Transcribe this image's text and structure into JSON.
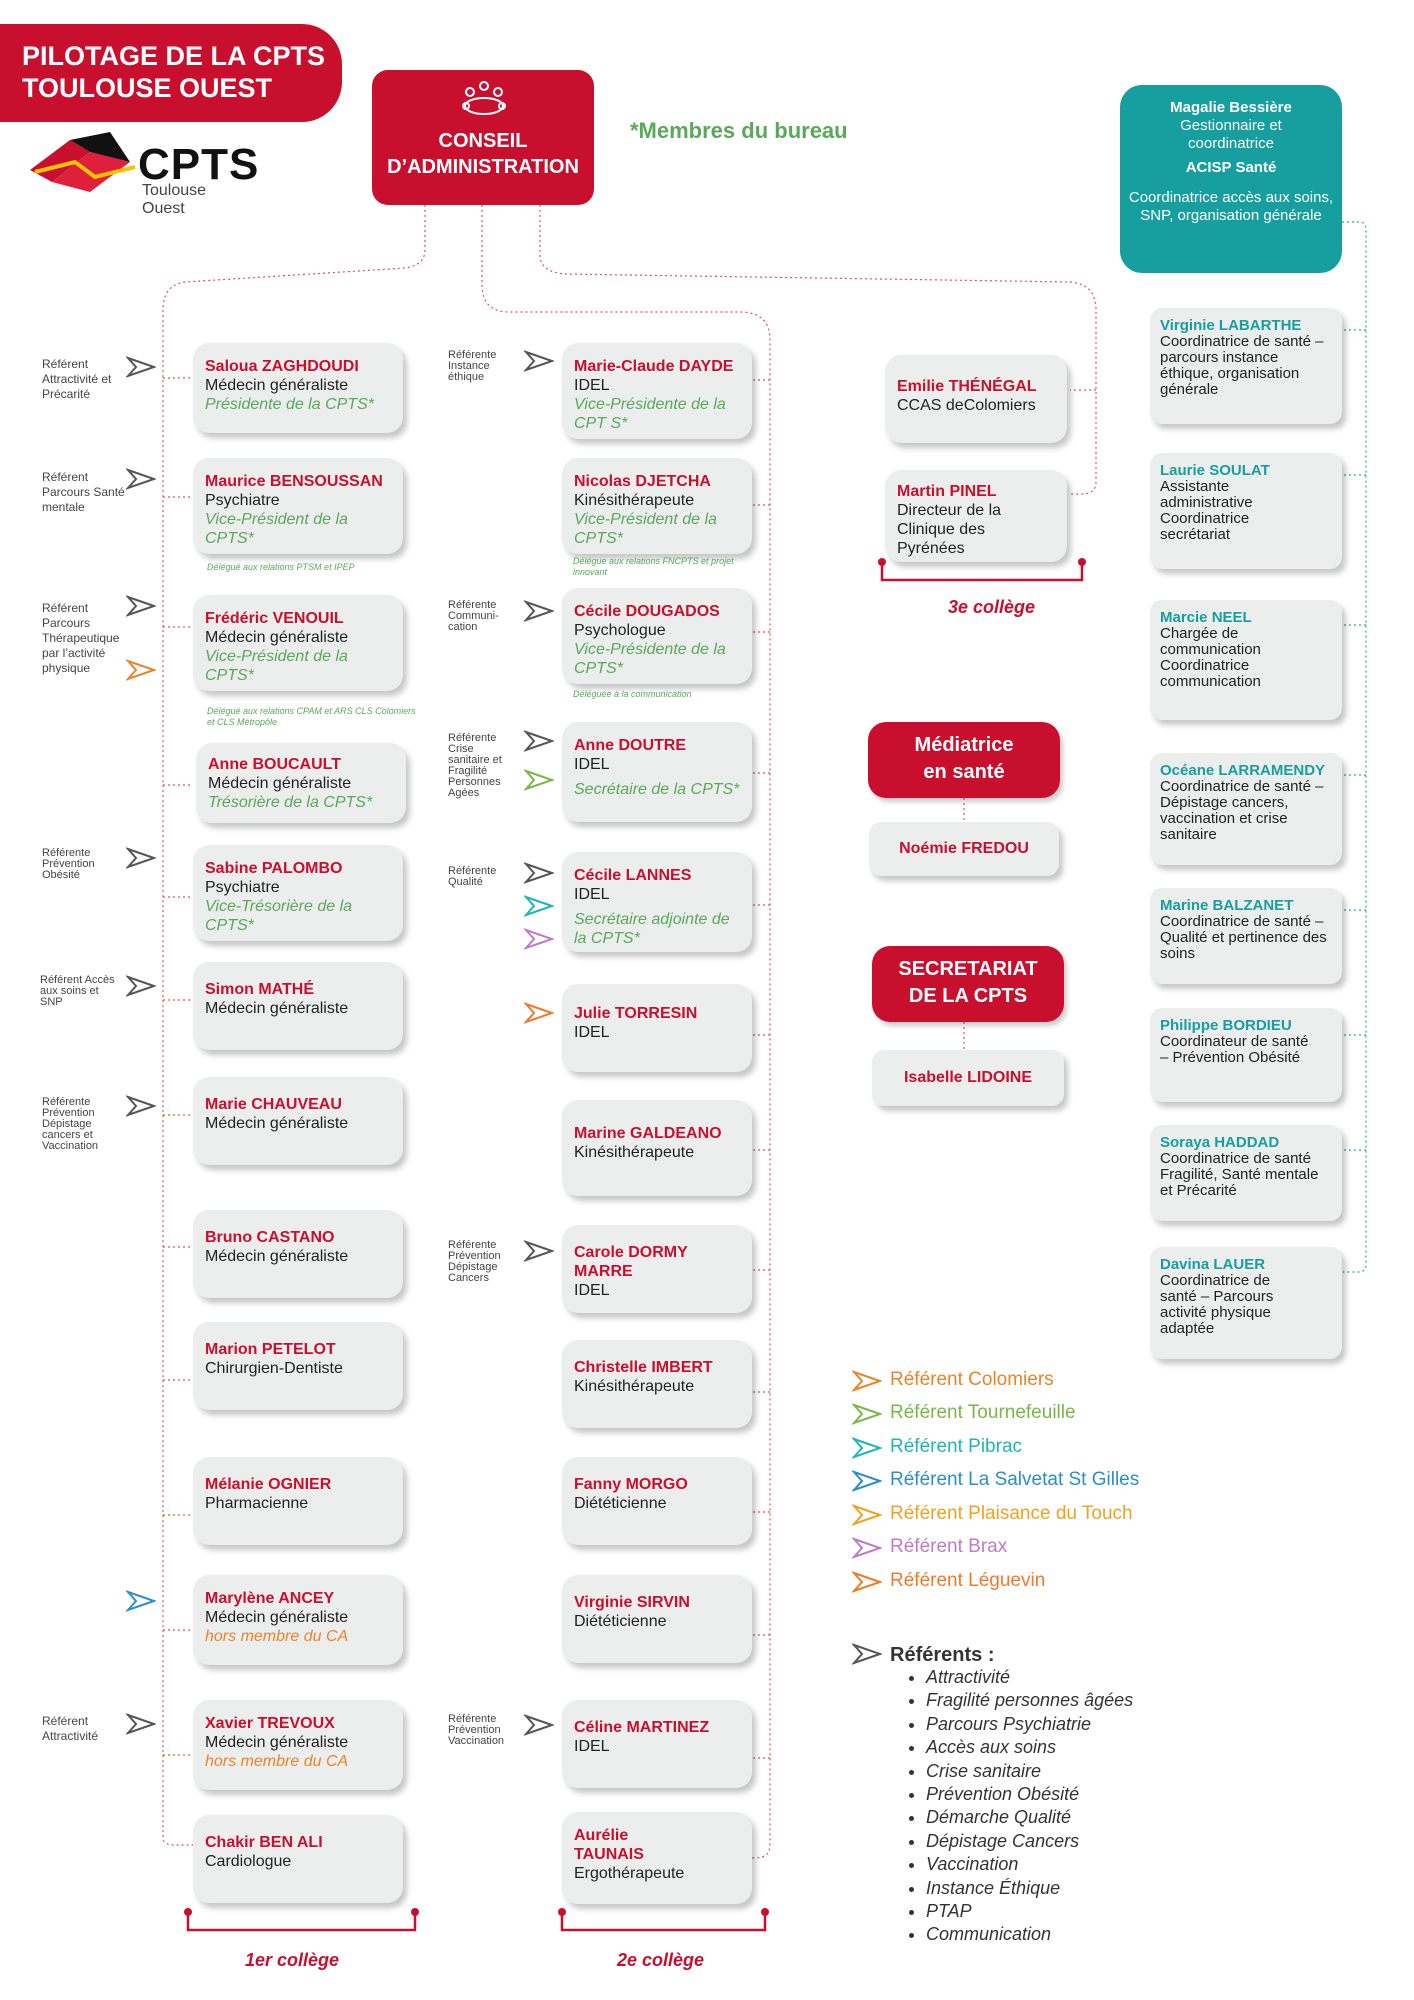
{
  "header": {
    "line1": "PILOTAGE DE LA CPTS",
    "line2": "TOULOUSE OUEST"
  },
  "logo": {
    "text": "CPTS",
    "sub": "Toulouse Ouest"
  },
  "ca": {
    "line1": "CONSEIL",
    "line2": "D’ADMINISTRATION"
  },
  "bureau_note": "*Membres du bureau",
  "colors": {
    "red": "#c8102e",
    "teal": "#179e9e",
    "green": "#5aa85a",
    "orange": "#e8842a"
  },
  "icons": {
    "chevron": "chevron-right-outline-icon",
    "meeting": "meeting-table-icon"
  },
  "college1": [
    {
      "name": "Saloua ZAGHDOUDI",
      "role": "Médecin généraliste",
      "title": "Présidente de la CPTS*",
      "ref": "Référent Attractivité et Précarité"
    },
    {
      "name": "Maurice BENSOUSSAN",
      "role": "Psychiatre",
      "title": "Vice-Président de la CPTS*",
      "ref": "Référent Parcours Santé mentale",
      "deleg": "Délégué aux relations PTSM et IPEP"
    },
    {
      "name": "Frédéric VENOUIL",
      "role": "Médecin généraliste",
      "title": "Vice-Président de la CPTS*",
      "ref": "Référent Parcours Thérapeutique par l’activité physique",
      "deleg": "Délégué aux relations CPAM et ARS CLS Colomiers et CLS Métropôle"
    },
    {
      "name": "Anne BOUCAULT",
      "role": "Médecin généraliste",
      "title": "Trésorière de la CPTS*"
    },
    {
      "name": "Sabine PALOMBO",
      "role": "Psychiatre",
      "title": "Vice-Trésorière de la CPTS*",
      "ref": "Référente Prévention Obésité"
    },
    {
      "name": "Simon MATHÉ",
      "role": "Médecin généraliste",
      "ref": "Référent Accès aux soins et SNP"
    },
    {
      "name": "Marie CHAUVEAU",
      "role": "Médecin généraliste",
      "ref": "Référente Prévention Dépistage cancers et Vaccination"
    },
    {
      "name": "Bruno CASTANO",
      "role": "Médecin généraliste"
    },
    {
      "name": "Marion PETELOT",
      "role": "Chirurgien-Dentiste"
    },
    {
      "name": "Mélanie OGNIER",
      "role": "Pharmacienne"
    },
    {
      "name": "Marylène ANCEY",
      "role": "Médecin généraliste",
      "hors": "hors membre du CA"
    },
    {
      "name": "Xavier TREVOUX",
      "role": "Médecin généraliste",
      "hors": "hors membre du CA",
      "ref": "Référent Attractivité"
    },
    {
      "name": "Chakir BEN ALI",
      "role": "Cardiologue"
    }
  ],
  "college2": [
    {
      "name": "Marie-Claude DAYDE",
      "role": "IDEL",
      "title": "Vice-Présidente de la CPT S*",
      "ref": "Référente Instance éthique"
    },
    {
      "name": "Nicolas DJETCHA",
      "role": "Kinésithérapeute",
      "title": "Vice-Président de la CPTS*",
      "deleg": "Délégue aux relations FNCPTS et projet innovant"
    },
    {
      "name": "Cécile DOUGADOS",
      "role": "Psychologue",
      "title": "Vice-Présidente de la CPTS*",
      "ref": "Référente Communi-cation",
      "deleg": "Déléguée à la communication"
    },
    {
      "name": "Anne DOUTRE",
      "role": "IDEL",
      "title": "Secrétaire de la CPTS*",
      "ref": "Référente Crise sanitaire et Fragilité Personnes Agées"
    },
    {
      "name": "Cécile LANNES",
      "role": "IDEL",
      "title": "Secrétaire adjointe de la CPTS*",
      "ref": "Référente Qualité"
    },
    {
      "name": "Julie TORRESIN",
      "role": "IDEL"
    },
    {
      "name": "Marine GALDEANO",
      "role": "Kinésithérapeute"
    },
    {
      "name": "Carole DORMY MARRE",
      "role": "IDEL",
      "ref": "Référente Prévention Dépistage Cancers"
    },
    {
      "name": "Christelle IMBERT",
      "role": "Kinésithérapeute"
    },
    {
      "name": "Fanny MORGO",
      "role": "Diététicienne"
    },
    {
      "name": "Virginie SIRVIN",
      "role": "Diététicienne"
    },
    {
      "name": "Céline MARTINEZ",
      "role": "IDEL",
      "ref": "Référente Prévention Vaccination"
    },
    {
      "name": "Aurélie TAUNAIS",
      "role": "Ergothérapeute"
    }
  ],
  "college3": [
    {
      "name": "Emilie THÉNÉGAL",
      "role": "CCAS deColomiers"
    },
    {
      "name": "Martin PINEL",
      "role": "Directeur de la Clinique des Pyrénées"
    }
  ],
  "college_labels": {
    "c1": "1er collège",
    "c2": "2e collège",
    "c3": "3e collège"
  },
  "mediatrice": {
    "title1": "Médiatrice",
    "title2": "en santé",
    "name": "Noémie FREDOU"
  },
  "secretariat": {
    "title1": "SECRETARIAT",
    "title2": "DE LA CPTS",
    "name": "Isabelle LIDOINE"
  },
  "acisp": {
    "name": "Magalie Bessière",
    "role": "Gestionnaire et coordinatrice",
    "org": "ACISP Santé",
    "desc": "Coordinatrice accès aux soins, SNP, organisation générale"
  },
  "coordinators": [
    {
      "first": "Virginie",
      "last": "LABARTHE",
      "desc": "Coordinatrice de santé – parcours instance éthique, organisation générale"
    },
    {
      "first": "Laurie",
      "last": "SOULAT",
      "desc": "Assistante administrative Coordinatrice secrétariat"
    },
    {
      "first": "Marcie",
      "last": "NEEL",
      "desc": "Chargée de communication Coordinatrice communication"
    },
    {
      "first": "Océane",
      "last": "LARRAMENDY",
      "desc": "Coordinatrice de santé – Dépistage cancers, vaccination et crise sanitaire"
    },
    {
      "first": "Marine",
      "last": "BALZANET",
      "desc": "Coordinatrice de santé – Qualité et pertinence des soins"
    },
    {
      "first": "Philippe",
      "last": "BORDIEU",
      "desc": "Coordinateur de santé – Prévention Obésité"
    },
    {
      "first": "Soraya",
      "last": "HADDAD",
      "desc": "Coordinatrice de santé Fragilité, Santé mentale et Précarité"
    },
    {
      "first": "Davina",
      "last": "LAUER",
      "desc": "Coordinatrice de santé – Parcours activité physique adaptée"
    }
  ],
  "legend": [
    {
      "label": "Référent Colomiers",
      "color": "#e8842a"
    },
    {
      "label": "Référent Tournefeuille",
      "color": "#7ab648"
    },
    {
      "label": "Référent Pibrac",
      "color": "#1fb5b5"
    },
    {
      "label": "Référent La Salvetat St Gilles",
      "color": "#2a8fc7"
    },
    {
      "label": "Référent Plaisance du Touch",
      "color": "#f0a21e"
    },
    {
      "label": "Référent Brax",
      "color": "#c07ac9"
    },
    {
      "label": "Référent Léguevin",
      "color": "#ef7a2a"
    }
  ],
  "referents": {
    "title": "Référents :",
    "items": [
      "Attractivité",
      "Fragilité personnes âgées",
      "Parcours Psychiatrie",
      "Accès aux soins",
      "Crise sanitaire",
      "Prévention Obésité",
      "Démarche Qualité",
      "Dépistage Cancers",
      "Vaccination",
      "Instance Éthique",
      "PTAP",
      "Communication"
    ]
  }
}
